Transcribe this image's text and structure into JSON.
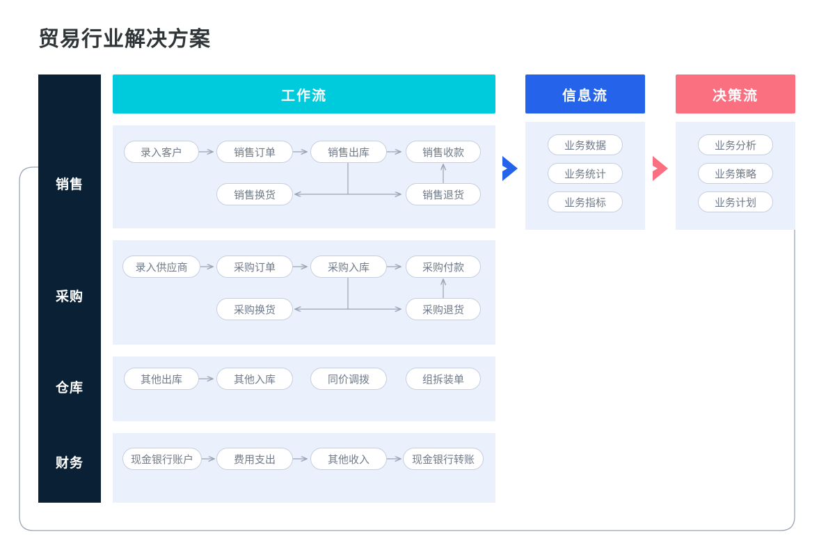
{
  "page": {
    "title": "贸易行业解决方案"
  },
  "colors": {
    "sidebar": "#0a2034",
    "workflow_header": "#00cbdd",
    "info_header": "#2563eb",
    "decision_header": "#fa7080",
    "band": "#eaf0fc",
    "node_border": "#c6cedd",
    "node_text": "#707a89",
    "connector": "#9aa4b4"
  },
  "headers": {
    "workflow": "工作流",
    "info": "信息流",
    "decision": "决策流"
  },
  "sidebar": {
    "items": [
      {
        "label": "销售"
      },
      {
        "label": "采购"
      },
      {
        "label": "仓库"
      },
      {
        "label": "财务"
      }
    ]
  },
  "workflow": {
    "rows": [
      {
        "key": "sales",
        "label": "销售",
        "nodes": [
          {
            "id": "s1",
            "label": "录入客户"
          },
          {
            "id": "s2",
            "label": "销售订单"
          },
          {
            "id": "s3",
            "label": "销售出库"
          },
          {
            "id": "s4",
            "label": "销售收款"
          },
          {
            "id": "s5",
            "label": "销售换货"
          },
          {
            "id": "s6",
            "label": "销售退货"
          }
        ]
      },
      {
        "key": "purchase",
        "label": "采购",
        "nodes": [
          {
            "id": "p1",
            "label": "录入供应商"
          },
          {
            "id": "p2",
            "label": "采购订单"
          },
          {
            "id": "p3",
            "label": "采购入库"
          },
          {
            "id": "p4",
            "label": "采购付款"
          },
          {
            "id": "p5",
            "label": "采购换货"
          },
          {
            "id": "p6",
            "label": "采购退货"
          }
        ]
      },
      {
        "key": "warehouse",
        "label": "仓库",
        "nodes": [
          {
            "id": "w1",
            "label": "其他出库"
          },
          {
            "id": "w2",
            "label": "其他入库"
          },
          {
            "id": "w3",
            "label": "同价调拨"
          },
          {
            "id": "w4",
            "label": "组拆装单"
          }
        ]
      },
      {
        "key": "finance",
        "label": "财务",
        "nodes": [
          {
            "id": "f1",
            "label": "现金银行账户"
          },
          {
            "id": "f2",
            "label": "费用支出"
          },
          {
            "id": "f3",
            "label": "其他收入"
          },
          {
            "id": "f4",
            "label": "现金银行转账"
          }
        ]
      }
    ]
  },
  "info_flow": {
    "items": [
      {
        "label": "业务数据"
      },
      {
        "label": "业务统计"
      },
      {
        "label": "业务指标"
      }
    ]
  },
  "decision_flow": {
    "items": [
      {
        "label": "业务分析"
      },
      {
        "label": "业务策略"
      },
      {
        "label": "业务计划"
      }
    ]
  },
  "connectors": {
    "chevron_workflow_to_info": "chevron-right-blue",
    "chevron_info_to_decision": "chevron-right-red",
    "feedback_loop": "feedback-loop-arrow"
  }
}
